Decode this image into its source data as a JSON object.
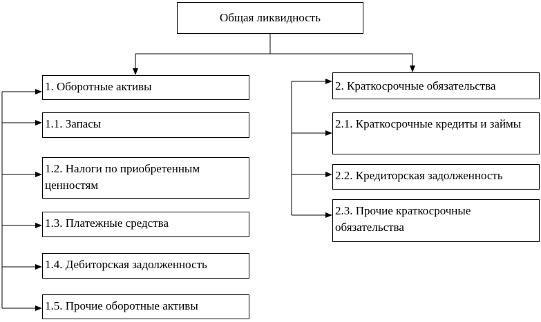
{
  "root": {
    "label": "Общая ликвидность"
  },
  "left": {
    "items": [
      {
        "label": "1. Оборотные активы"
      },
      {
        "label": "1.1. Запасы"
      },
      {
        "label": "1.2. Налоги по приобретенным ценностям"
      },
      {
        "label": "1.3. Платежные средства"
      },
      {
        "label": "1.4. Дебиторская задолженность"
      },
      {
        "label": "1.5. Прочие оборотные активы"
      }
    ]
  },
  "right": {
    "items": [
      {
        "label": "2. Краткосрочные обязательства"
      },
      {
        "label": "2.1. Краткосрочные кредиты и займы"
      },
      {
        "label": "2.2. Кредиторская задолженность"
      },
      {
        "label": "2.3. Прочие краткосрочные обязательства"
      }
    ]
  }
}
